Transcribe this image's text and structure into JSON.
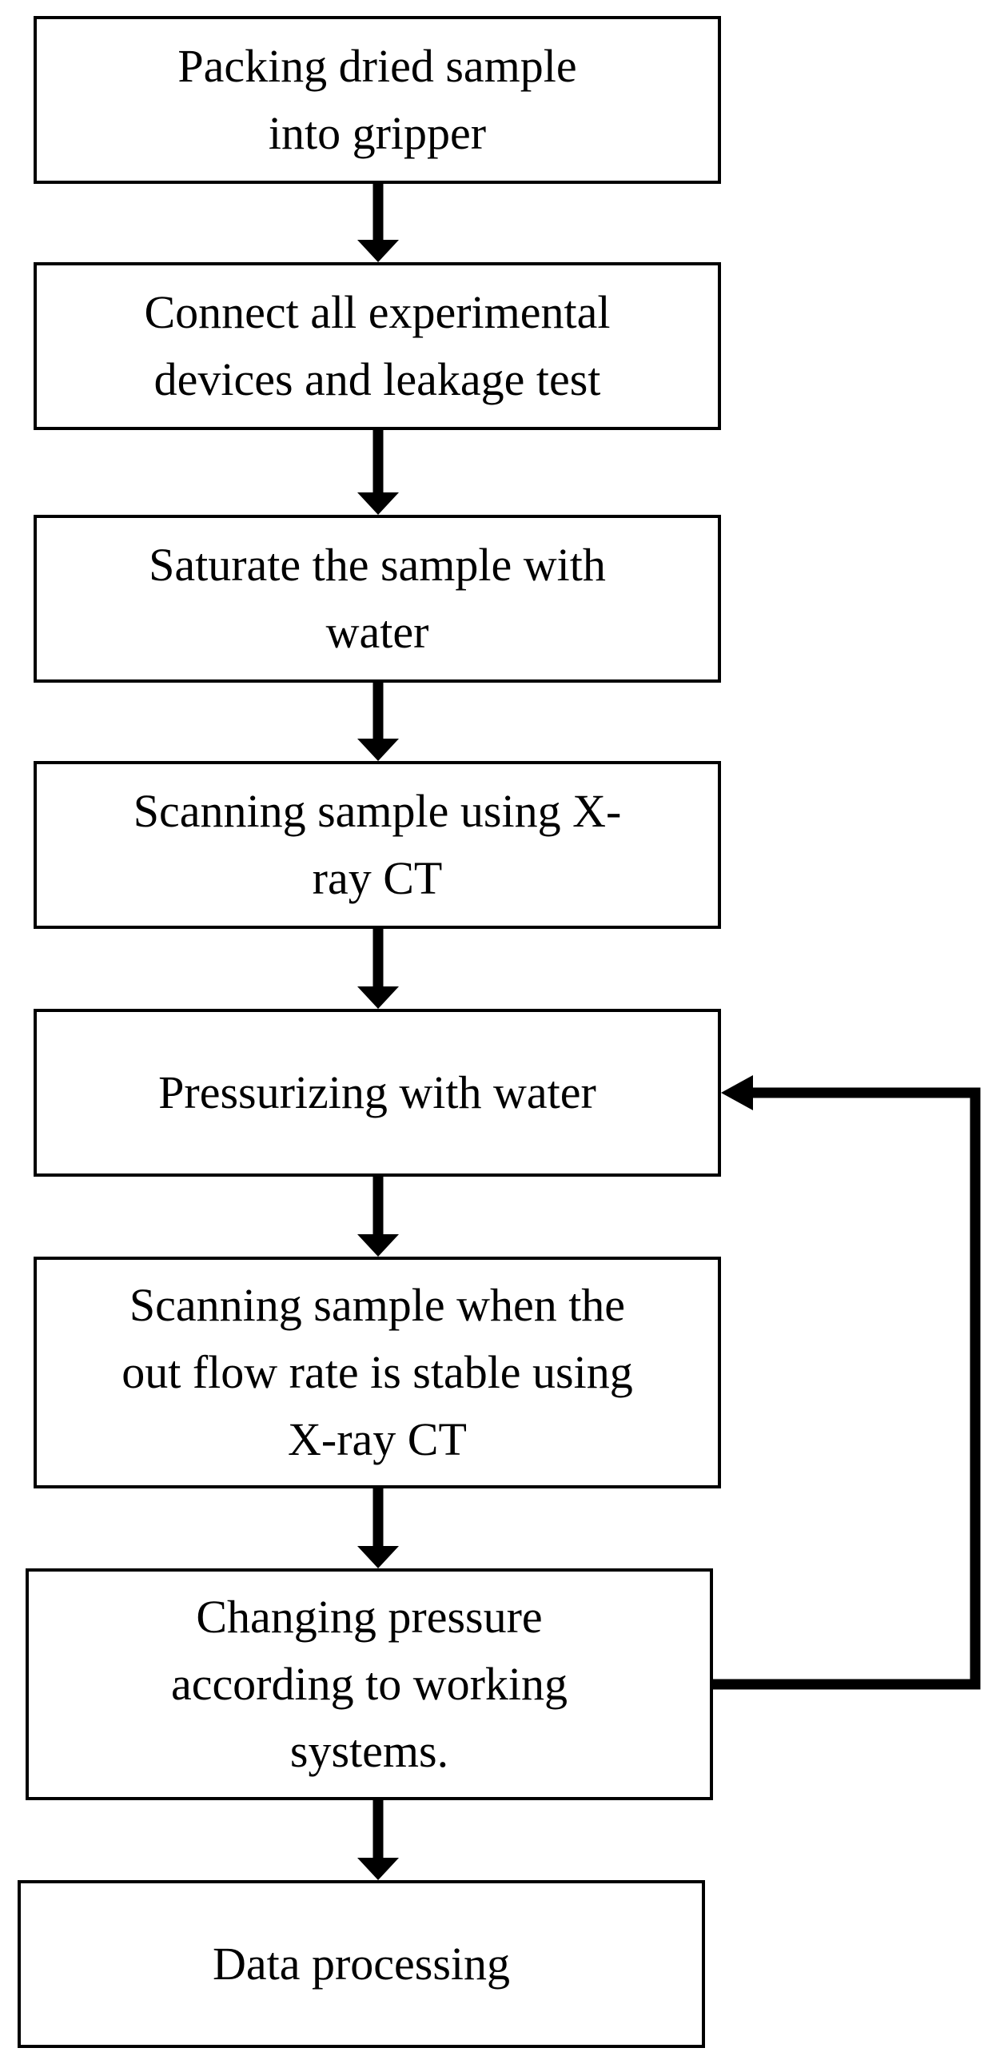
{
  "flowchart": {
    "steps": [
      {
        "id": "step-1",
        "text": "Packing dried sample\ninto gripper"
      },
      {
        "id": "step-2",
        "text": "Connect all experimental\ndevices and leakage test"
      },
      {
        "id": "step-3",
        "text": "Saturate the sample with\nwater"
      },
      {
        "id": "step-4",
        "text": "Scanning sample using X-\nray CT"
      },
      {
        "id": "step-5",
        "text": "Pressurizing with water"
      },
      {
        "id": "step-6",
        "text": "Scanning sample when the\nout flow rate is stable using\nX-ray CT"
      },
      {
        "id": "step-7",
        "text": "Changing pressure\naccording to working\nsystems."
      },
      {
        "id": "step-8",
        "text": "Data processing"
      }
    ],
    "colors": {
      "stroke": "#000000",
      "fill": "#ffffff",
      "text": "#000000"
    }
  }
}
